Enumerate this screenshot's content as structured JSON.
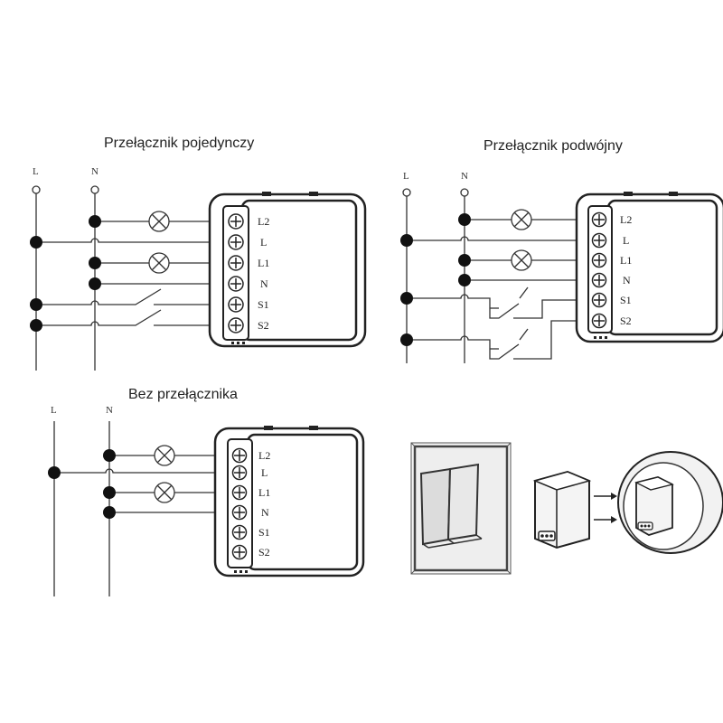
{
  "diagrams": {
    "single": {
      "title": "Przełącznik pojedynczy",
      "label_l": "L",
      "label_n": "N"
    },
    "double": {
      "title": "Przełącznik podwójny",
      "label_l": "L",
      "label_n": "N"
    },
    "none": {
      "title": "Bez przełącznika",
      "label_l": "L",
      "label_n": "N"
    }
  },
  "terminals": [
    "L2",
    "L",
    "L1",
    "N",
    "S1",
    "S2"
  ],
  "icons": {
    "lamp": "lamp-icon",
    "junction": "junction-dot",
    "wall_switch": "wall-switch-illustration",
    "module": "relay-module-illustration",
    "wall_box": "wall-box-illustration",
    "arrow": "arrow-right-icon"
  },
  "colors": {
    "ink": "#222222",
    "panel": "#ffffff"
  }
}
